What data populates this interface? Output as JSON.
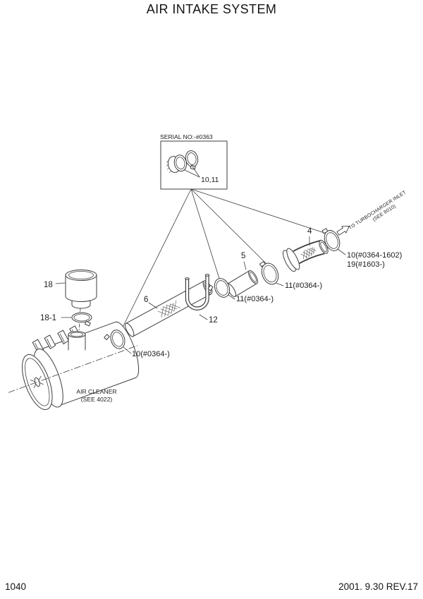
{
  "title": "AIR INTAKE SYSTEM",
  "serial_box": {
    "title": "SERIAL NO:-#0363",
    "callout": "10,11"
  },
  "callouts": {
    "part4": "4",
    "part5": "5",
    "part6": "6",
    "part12": "12",
    "part18": "18",
    "part18_1": "18-1",
    "clamp10_lower": "10(#0364-)",
    "clamp11_left": "11(#0364-)",
    "clamp11_right": "11(#0364-)",
    "clamp10_upper_line1": "10(#0364-1602)",
    "clamp10_upper_line2": "19(#1603-)"
  },
  "notes": {
    "turbo_line1": "TO TURBOCHARGER INLET",
    "turbo_line2": "(SEE 8010)",
    "air_cleaner_line1": "AIR CLEANER",
    "air_cleaner_line2": "(SEE 4022)"
  },
  "footer": {
    "page_number": "1040",
    "revision": "2001. 9.30 REV.17"
  },
  "colors": {
    "line": "#3d3d3d",
    "text": "#1c1c1c",
    "background": "#ffffff"
  }
}
